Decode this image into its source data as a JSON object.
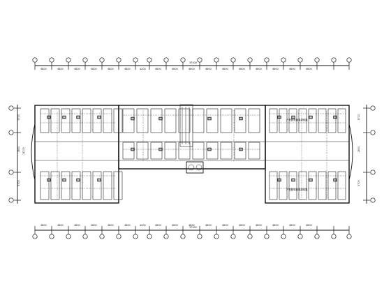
{
  "drawing": {
    "top_overall_dimension": "37500",
    "bottom_overall_dimension": "37500",
    "top_segments": [
      "4800",
      "4800",
      "4800",
      "4800",
      "4800",
      "4800",
      "4200",
      "4800",
      "4800",
      "4800",
      "4800",
      "4800",
      "4800",
      "4800",
      "4800",
      "4800",
      "4800"
    ],
    "bottom_segments": [
      "4800",
      "4800",
      "4800",
      "4800",
      "4800",
      "4800",
      "4200",
      "4800",
      "4800",
      "4800",
      "4800",
      "4800",
      "4800",
      "4800",
      "4800",
      "4800",
      "4800"
    ],
    "left_dims": [
      "5700",
      "1800",
      "5700"
    ],
    "left_total": "13200",
    "right_dims": [
      "5700",
      "1800",
      "5700"
    ],
    "room_label_top_right": "户型配电箱电源线路",
    "room_label_bottom_right": "户型配电箱电源线路"
  }
}
